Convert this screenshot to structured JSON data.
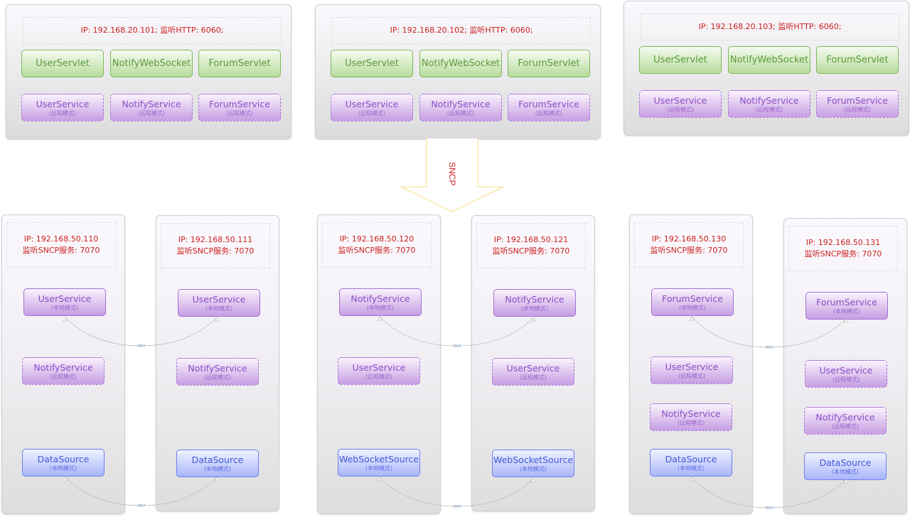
{
  "servers": [
    {
      "ip_line": "IP: 192.168.20.101;   监听HTTP: 6060;",
      "servlets": [
        "UserServlet",
        "NotifyWebSocket",
        "ForumServlet"
      ],
      "services": [
        {
          "name": "UserService",
          "mode": "(远程模式)"
        },
        {
          "name": "NotifyService",
          "mode": "(远程模式)"
        },
        {
          "name": "ForumService",
          "mode": "(远程模式)"
        }
      ]
    },
    {
      "ip_line": "IP: 192.168.20.102;   监听HTTP: 6060;",
      "servlets": [
        "UserServlet",
        "NotifyWebSocket",
        "ForumServlet"
      ],
      "services": [
        {
          "name": "UserService",
          "mode": "(远程模式)"
        },
        {
          "name": "NotifyService",
          "mode": "(远程模式)"
        },
        {
          "name": "ForumService",
          "mode": "(远程模式)"
        }
      ]
    },
    {
      "ip_line": "IP: 192.168.20.103;   监听HTTP: 6060;",
      "servlets": [
        "UserServlet",
        "NotifyWebSocket",
        "ForumServlet"
      ],
      "services": [
        {
          "name": "UserService",
          "mode": "(远程模式)"
        },
        {
          "name": "NotifyService",
          "mode": "(远程模式)"
        },
        {
          "name": "ForumService",
          "mode": "(远程模式)"
        }
      ]
    }
  ],
  "arrow_label": "SNCP",
  "connector_label": "SNCP",
  "nodes": [
    {
      "ip": "IP: 192.168.50.110",
      "port": "监听SNCP服务: 7070",
      "services": [
        {
          "name": "UserService",
          "mode": "(本地模式)",
          "kind": "local"
        },
        {
          "name": "NotifyService",
          "mode": "(远程模式)",
          "kind": "remote"
        },
        {
          "name": "DataSource",
          "mode": "(本地模式)",
          "kind": "source"
        }
      ]
    },
    {
      "ip": "IP: 192.168.50.111",
      "port": "监听SNCP服务: 7070",
      "services": [
        {
          "name": "UserService",
          "mode": "(本地模式)",
          "kind": "local"
        },
        {
          "name": "NotifyService",
          "mode": "(远程模式)",
          "kind": "remote"
        },
        {
          "name": "DataSource",
          "mode": "(本地模式)",
          "kind": "source"
        }
      ]
    },
    {
      "ip": "IP: 192.168.50.120",
      "port": "监听SNCP服务: 7070",
      "services": [
        {
          "name": "NotifyService",
          "mode": "(本地模式)",
          "kind": "local"
        },
        {
          "name": "UserService",
          "mode": "(远程模式)",
          "kind": "remote"
        },
        {
          "name": "WebSocketSource",
          "mode": "(本地模式)",
          "kind": "source"
        }
      ]
    },
    {
      "ip": "IP: 192.168.50.121",
      "port": "监听SNCP服务: 7070",
      "services": [
        {
          "name": "NotifyService",
          "mode": "(本地模式)",
          "kind": "local"
        },
        {
          "name": "UserService",
          "mode": "(远程模式)",
          "kind": "remote"
        },
        {
          "name": "WebSocketSource",
          "mode": "(本地模式)",
          "kind": "source"
        }
      ]
    },
    {
      "ip": "IP: 192.168.50.130",
      "port": "监听SNCP服务: 7070",
      "services": [
        {
          "name": "ForumService",
          "mode": "(本地模式)",
          "kind": "local"
        },
        {
          "name": "UserService",
          "mode": "(远程模式)",
          "kind": "remote"
        },
        {
          "name": "NotifyService",
          "mode": "(远程模式)",
          "kind": "remote"
        },
        {
          "name": "DataSource",
          "mode": "(本地模式)",
          "kind": "source"
        }
      ]
    },
    {
      "ip": "IP: 192.168.50.131",
      "port": "监听SNCP服务: 7070",
      "services": [
        {
          "name": "ForumService",
          "mode": "(本地模式)",
          "kind": "local"
        },
        {
          "name": "UserService",
          "mode": "(远程模式)",
          "kind": "remote"
        },
        {
          "name": "NotifyService",
          "mode": "(远程模式)",
          "kind": "remote"
        },
        {
          "name": "DataSource",
          "mode": "(本地模式)",
          "kind": "source"
        }
      ]
    }
  ],
  "colors": {
    "ip_text": "#cc1f1f",
    "servlet": "#7db95a",
    "service": "#a46fd6",
    "source": "#6b7ff0",
    "arrow": "#f8dd80"
  }
}
